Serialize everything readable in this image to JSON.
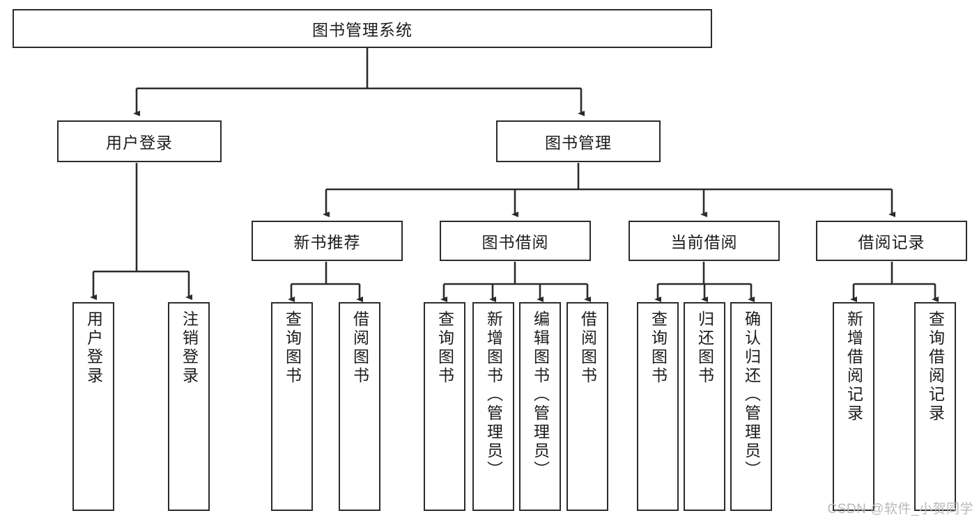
{
  "diagram": {
    "title": "图书管理系统",
    "type": "tree-hierarchy-chart",
    "colors": {
      "box_border": "#2b2b2b",
      "box_fill": "#ffffff",
      "connector": "#2b2b2b",
      "text": "#1c1c1c",
      "watermark": "#b9b9b9"
    },
    "nodes": {
      "root": {
        "label": "图书管理系统"
      },
      "level2": [
        {
          "label": "用户登录"
        },
        {
          "label": "图书管理"
        }
      ],
      "level3": [
        {
          "label": "新书推荐"
        },
        {
          "label": "图书借阅"
        },
        {
          "label": "当前借阅"
        },
        {
          "label": "借阅记录"
        }
      ],
      "leaves": {
        "user_login": [
          {
            "label": "用户登录"
          },
          {
            "label": "注销登录"
          }
        ],
        "new_book_recommend": [
          {
            "label": "查询图书"
          },
          {
            "label": "借阅图书"
          }
        ],
        "book_borrow": [
          {
            "label": "查询图书"
          },
          {
            "label": "新增图书（管理员）"
          },
          {
            "label": "编辑图书（管理员）"
          },
          {
            "label": "借阅图书"
          }
        ],
        "current_borrow": [
          {
            "label": "查询图书"
          },
          {
            "label": "归还图书"
          },
          {
            "label": "确认归还（管理员）"
          }
        ],
        "borrow_record": [
          {
            "label": "新增借阅记录"
          },
          {
            "label": "查询借阅记录"
          }
        ]
      }
    }
  },
  "watermark": {
    "text": "CSDN @软件_小贺同学"
  }
}
